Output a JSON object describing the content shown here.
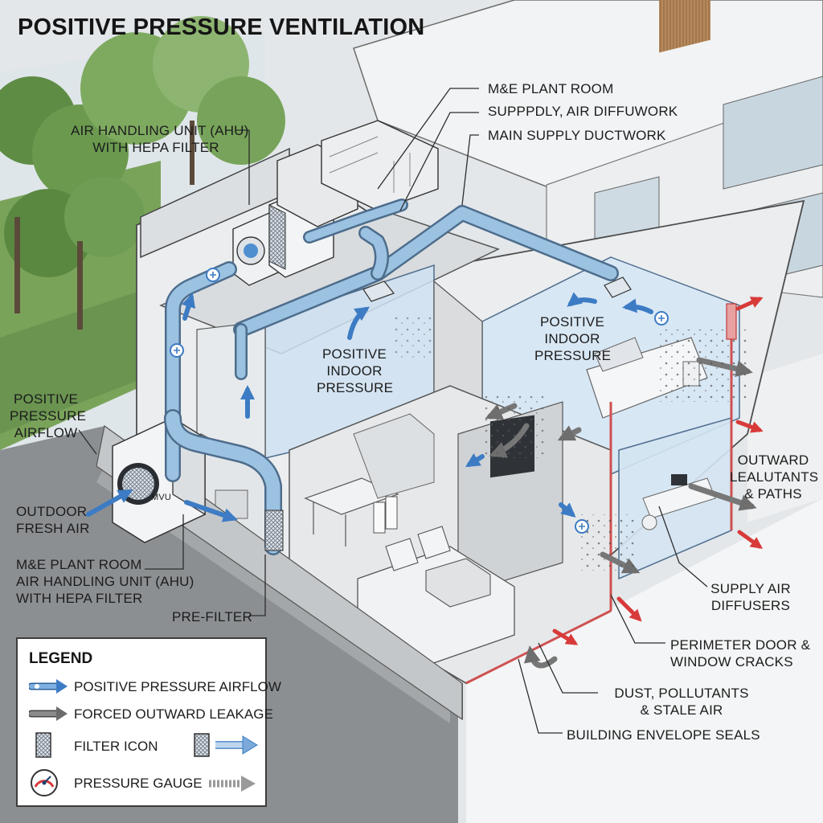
{
  "title": "POSITIVE PRESSURE VENTILATION",
  "labels": {
    "plant_room": "M&E PLANT ROOM",
    "supply_diffuwork": "SUPPPDLY, AIR DIFFUWORK",
    "main_duct": "MAIN SUPPLY DUCTWORK",
    "ahu_top_1": "AIR HANDLING UNIT (AHU)",
    "ahu_top_2": "WITH HEPA FILTER",
    "pos_airflow_1": "POSITIVE",
    "pos_airflow_2": "PRESSURE",
    "pos_airflow_3": "AIRFLOW",
    "indoor_left_1": "POSITIVE",
    "indoor_left_2": "INDOOR",
    "indoor_left_3": "PRESSURE",
    "indoor_right_1": "POSITIVE",
    "indoor_right_2": "INDOOR",
    "indoor_right_3": "PRESSURE",
    "outdoor_1": "OUTDOOR",
    "outdoor_2": "FRESH AIR",
    "ahu_low_1": "M&E PLANT ROOM",
    "ahu_low_2": "AIR HANDLING UNIT (AHU)",
    "ahu_low_3": "WITH HEPA FILTER",
    "pre_filter": "PRE-FILTER",
    "outward_1": "OUTWARD",
    "outward_2": "LEALUTANTS",
    "outward_3": "& PATHS",
    "diffusers_1": "SUPPLY AIR",
    "diffusers_2": "DIFFUSERS",
    "cracks_1": "PERIMETER DOOR &",
    "cracks_2": "WINDOW CRACKS",
    "dust_1": "DUST, POLLUTANTS",
    "dust_2": "& STALE AIR",
    "envelope": "BUILDING ENVELOPE SEALS",
    "mvu": "MVU"
  },
  "legend": {
    "title": "LEGEND",
    "items": [
      {
        "label": "POSITIVE PRESSURE AIRFLOW"
      },
      {
        "label": "FORCED OUTWARD LEAKAGE"
      },
      {
        "label": "FILTER ICON"
      },
      {
        "label": "PRESSURE GAUGE"
      }
    ]
  },
  "colors": {
    "duct": "#8fb8dc",
    "airflow": "#4f8fd0",
    "leakage": "#d94040",
    "pressure_tint": "#cfe0f2",
    "grass": "#6d9a4e"
  }
}
